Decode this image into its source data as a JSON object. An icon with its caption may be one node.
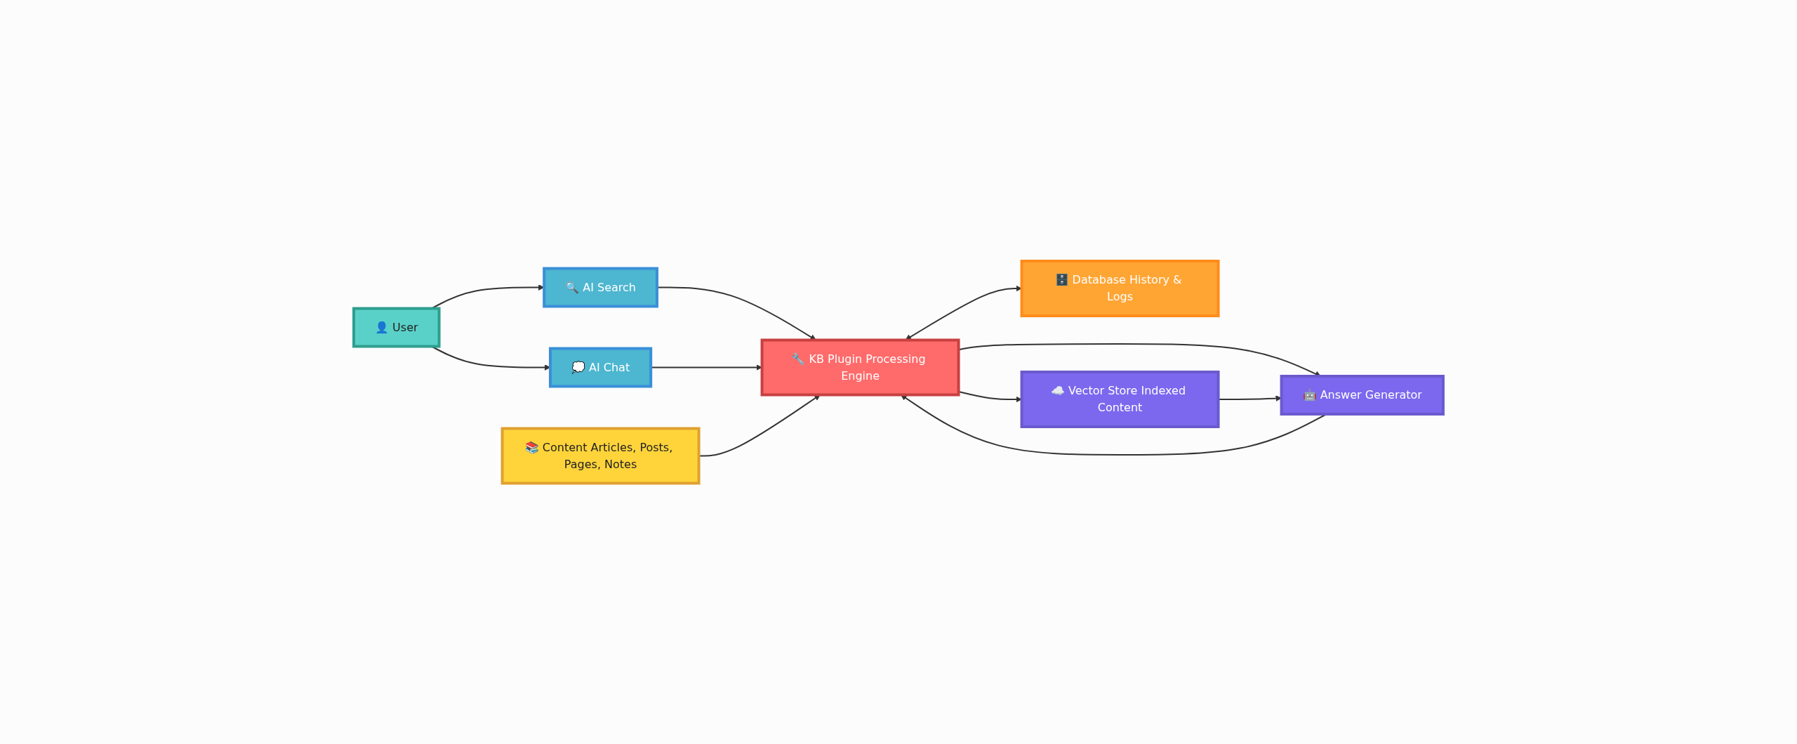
{
  "diagram": {
    "nodes": [
      {
        "text": [
          "👤 User"
        ]
      },
      {
        "text": [
          "🔍 AI Search"
        ]
      },
      {
        "text": [
          "💭 AI Chat"
        ]
      },
      {
        "text": [
          "📚 Content Articles, Posts, Pages, Notes"
        ]
      },
      {
        "text": [
          "🔧 KB Plugin Processing Engine"
        ]
      },
      {
        "text": [
          "🗄️ Database History & Logs"
        ]
      },
      {
        "text": [
          "☁️ Vector Store Indexed Content"
        ]
      },
      {
        "text": [
          "🤖 Answer Generator"
        ]
      }
    ],
    "edges": [
      {
        "from": 0,
        "to": 1,
        "arrow": "to"
      },
      {
        "from": 0,
        "to": 2,
        "arrow": "to"
      },
      {
        "from": 1,
        "to": 4,
        "arrow": "to"
      },
      {
        "from": 2,
        "to": 4,
        "arrow": "to"
      },
      {
        "from": 3,
        "to": 4,
        "arrow": "to"
      },
      {
        "from": 4,
        "to": 5,
        "arrow": "both"
      },
      {
        "from": 4,
        "to": 7,
        "arrow": "to"
      },
      {
        "from": 4,
        "to": 6,
        "arrow": "to"
      },
      {
        "from": 6,
        "to": 7,
        "arrow": "to"
      },
      {
        "from": 7,
        "to": 4,
        "arrow": "to"
      }
    ]
  }
}
